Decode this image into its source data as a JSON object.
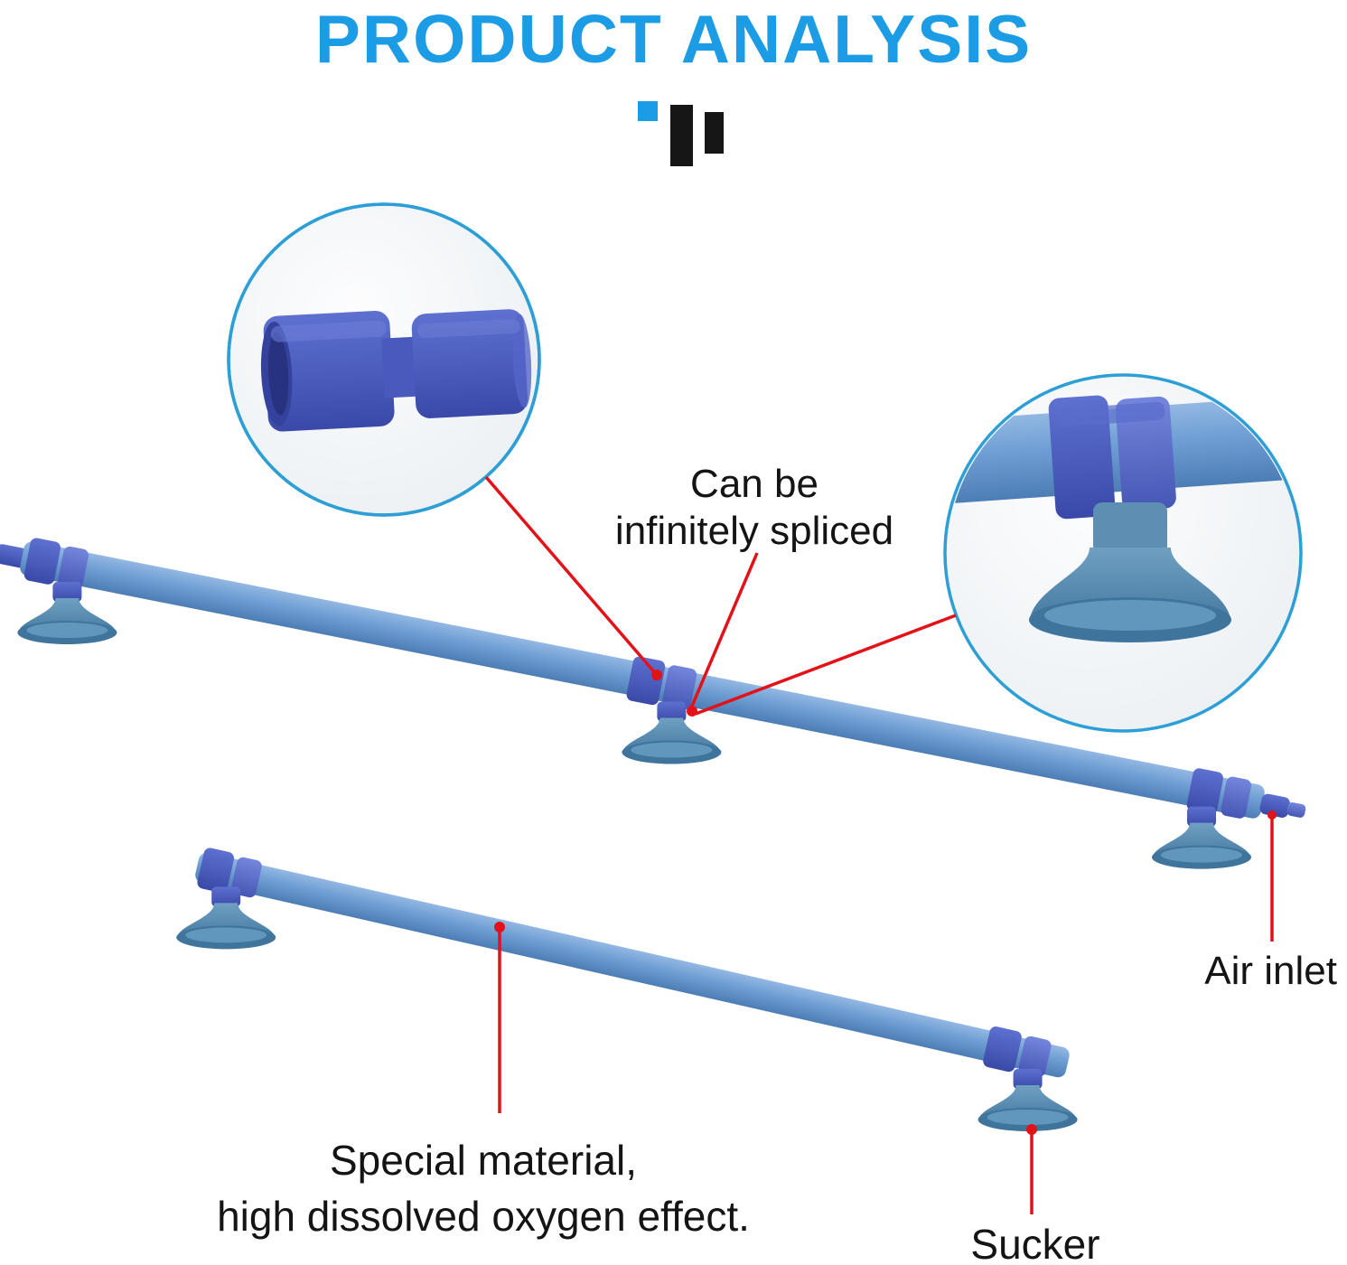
{
  "title": "PRODUCT ANALYSIS",
  "labels": {
    "spliced_line1": "Can be",
    "spliced_line2": "infinitely spliced",
    "air_inlet": "Air inlet",
    "material_line1": "Special material,",
    "material_line2": "high dissolved oxygen effect.",
    "sucker": "Sucker"
  },
  "colors": {
    "accent-blue": "#1B9CE5",
    "circle-border": "#2D9FD6",
    "callout-red": "#E31219",
    "text-black": "#141414",
    "rod-blue": "#6D9DD3",
    "connector-blue": "#4656B4",
    "suction-cup-blue": "#4E85AC"
  }
}
